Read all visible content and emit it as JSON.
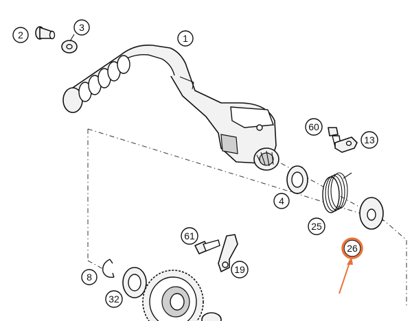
{
  "callouts": [
    {
      "id": "c1",
      "label": "1"
    },
    {
      "id": "c2",
      "label": "2"
    },
    {
      "id": "c3",
      "label": "3"
    },
    {
      "id": "c4",
      "label": "4"
    },
    {
      "id": "c8",
      "label": "8"
    },
    {
      "id": "c13",
      "label": "13"
    },
    {
      "id": "c19",
      "label": "19"
    },
    {
      "id": "c25",
      "label": "25"
    },
    {
      "id": "c26",
      "label": "26"
    },
    {
      "id": "c32",
      "label": "32"
    },
    {
      "id": "c60",
      "label": "60"
    },
    {
      "id": "c61",
      "label": "61"
    }
  ],
  "highlight": {
    "callout": "26",
    "color": "#e8743b"
  }
}
